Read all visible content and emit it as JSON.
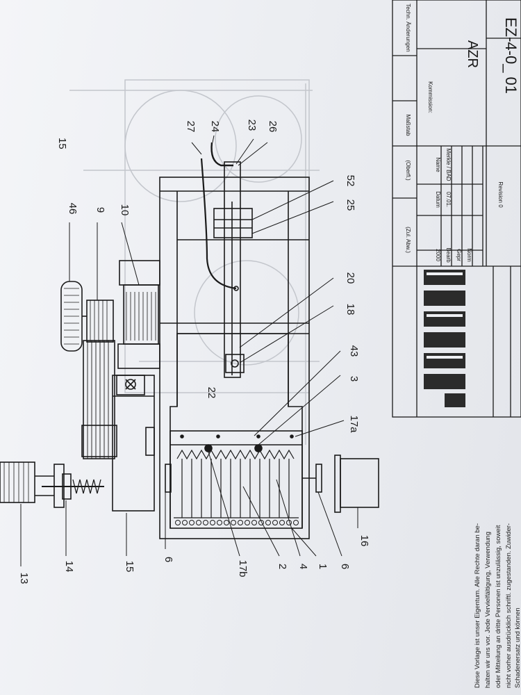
{
  "drawing": {
    "part_labels": [
      "13",
      "14",
      "15",
      "6",
      "17b",
      "2",
      "4",
      "1",
      "6",
      "16",
      "17a",
      "3",
      "43",
      "22",
      "18",
      "20",
      "25",
      "52",
      "23",
      "26",
      "24",
      "27",
      "46",
      "9",
      "10"
    ]
  },
  "title_block": {
    "zul_abw": "(Zul. Abw.)",
    "oberfl": "(Oberfl.)",
    "massstab": "Maßstab",
    "techn_aenderungen": "Techn. Änderungen",
    "kommission": "Kommission:",
    "year": "2000",
    "datum": "Datum",
    "name": "Name",
    "bearb": "Bearb",
    "bearb_date": "07.01.",
    "bearb_name": "Merkle / BAD",
    "gepr": "Gepr",
    "norm": "Norm",
    "revision": "Revision 0",
    "code_azr": "AZR",
    "drawing_number": "EZ-4-0_ 01"
  },
  "copyright_note": [
    "Diese Vorlage ist unser Eigentum. Alle Rechte daran be-",
    "halten wir uns vor. Jede Vervielfältigung, Verwendung",
    "oder Mitteilung an dritte Personen ist unzulässig, soweit",
    "nicht vorher ausdrücklich schriftl. zugestanden. Zuwider-",
    "Schadenersatz und können"
  ],
  "colors": {
    "ink": "#1a1a1a",
    "ghost": "#b9bcc4",
    "logo": "#2b2b2b"
  }
}
